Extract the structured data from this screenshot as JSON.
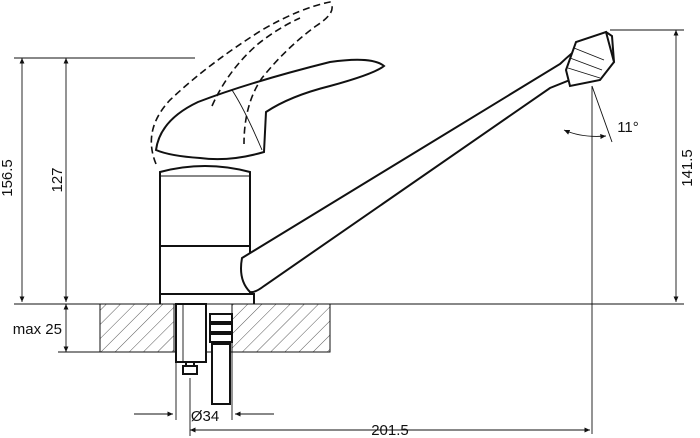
{
  "dimensions": {
    "total_height": "156.5",
    "body_height": "127",
    "spout_height": "141.5",
    "max_thickness": "max 25",
    "hole_diameter": "Ø34",
    "spout_reach": "201.5",
    "spout_angle": "11°"
  }
}
